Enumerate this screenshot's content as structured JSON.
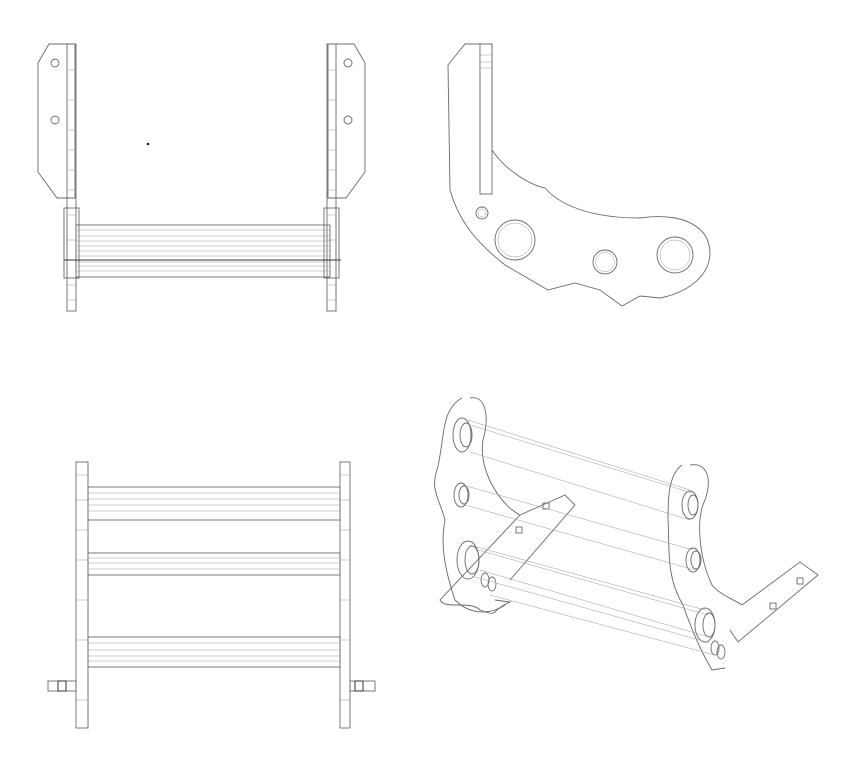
{
  "drawing": {
    "colors": {
      "line": "#6a6a6a",
      "thin": "#9a9a9a",
      "background": "#ffffff"
    },
    "views": [
      "front",
      "side",
      "top",
      "isometric"
    ],
    "rods": {
      "front_view_count": 1,
      "top_view_count": 3,
      "isometric_count": 3
    }
  }
}
